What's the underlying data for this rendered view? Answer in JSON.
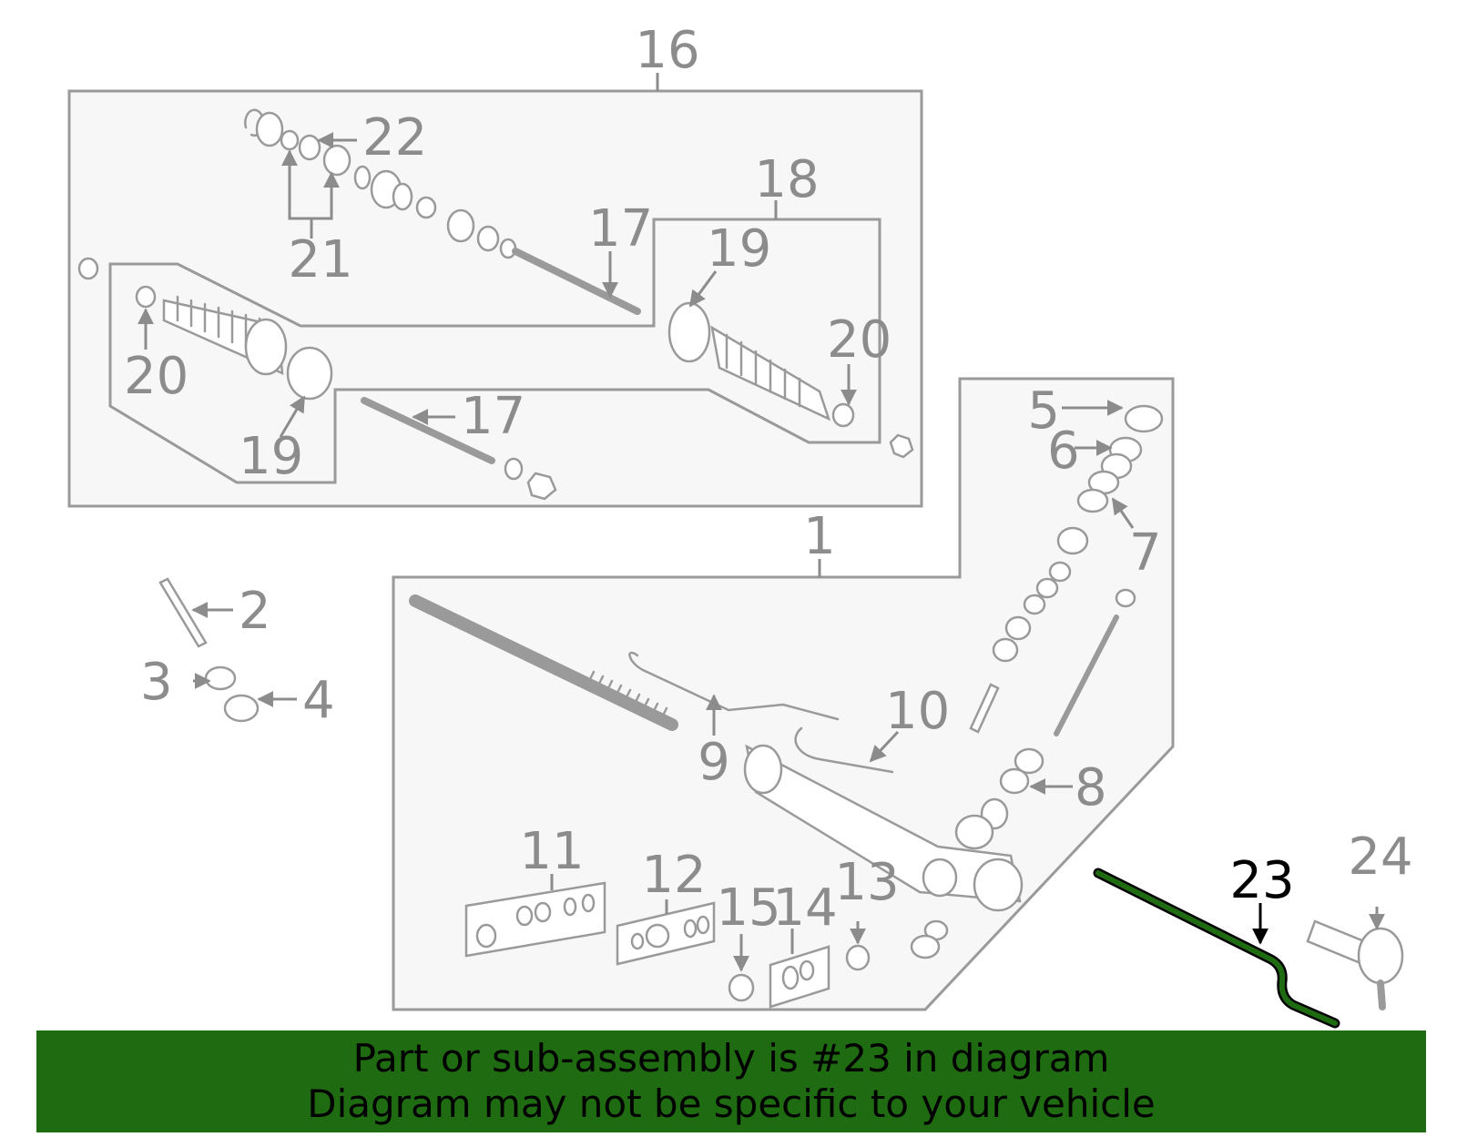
{
  "banner": {
    "line1": "Part or sub-assembly is #23 in diagram",
    "line2": "Diagram may not be specific to your vehicle",
    "color": "#1f6b11"
  },
  "highlight": {
    "part_number": "23",
    "color": "#1f6b11"
  },
  "callouts": {
    "c1": "1",
    "c2": "2",
    "c3": "3",
    "c4": "4",
    "c5": "5",
    "c6": "6",
    "c7": "7",
    "c8": "8",
    "c9": "9",
    "c10": "10",
    "c11": "11",
    "c12": "12",
    "c13": "13",
    "c14": "14",
    "c15": "15",
    "c16": "16",
    "c17a": "17",
    "c17b": "17",
    "c18": "18",
    "c19a": "19",
    "c19b": "19",
    "c20a": "20",
    "c20b": "20",
    "c21": "21",
    "c22": "22",
    "c23": "23",
    "c24": "24"
  }
}
